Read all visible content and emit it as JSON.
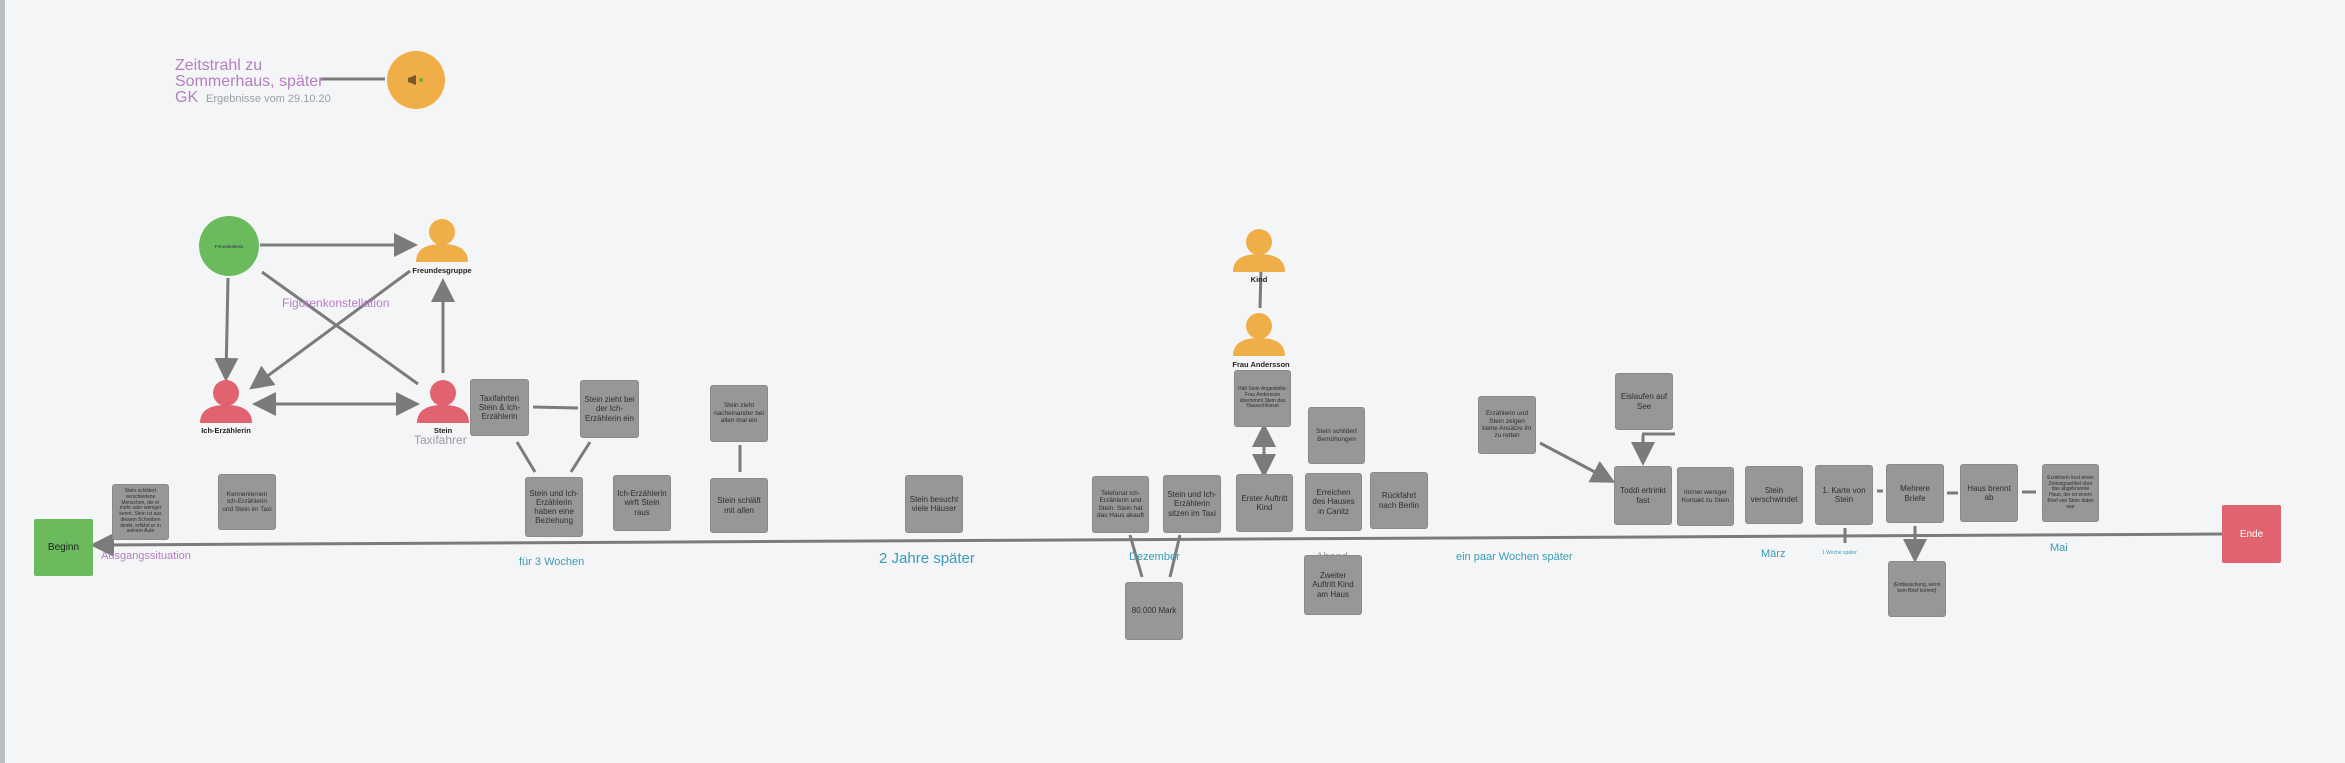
{
  "header": {
    "title": "Zeitstrahl zu\nSommerhaus, später\nGK",
    "subtitle": "Ergebnisse vom 29.10.20",
    "logo_icon": "megaphone-icon"
  },
  "timeline": {
    "start": "Beginn",
    "end": "Ende",
    "start_color": "#6cba5e",
    "end_color": "#e0636f",
    "line_color": "#7b7b7b",
    "labels": {
      "ausgang": "Ausgangssituation",
      "drei_wochen": "für 3 Wochen",
      "zwei_jahre": "2 Jahre später",
      "dezember": "Dezember",
      "abend": "Abend",
      "paar_wochen": "ein paar Wochen später",
      "maerz": "März",
      "woche_spaeter": "1 Woche später",
      "mai": "Mai"
    }
  },
  "figures": {
    "section_label": "Figurenkonstellation",
    "freundeskreis": "Freundeskreis",
    "freundesgruppe": "Freundesgruppe",
    "ich": "Ich-Erzählerin",
    "stein": "Stein",
    "stein_role": "Taxifahrer",
    "kind": "Kind",
    "frau": "Frau Andersson"
  },
  "boxes": {
    "b1": "Stein schildert verschiedene Menschen, die er mehr oder weniger kennt. Stein ist aus diesem Schreiben direkt, erfährt er in seinem Auto",
    "b2": "Kennenlernen Ich-Erzählerin und Stein im Taxi",
    "b3": "Taxifahrten Stein & Ich-Erzählerin",
    "b4": "Stein zieht bei der Ich-Erzählerin ein",
    "b5": "Stein und Ich-Erzählerin haben eine Beziehung",
    "b6": "Ich-Erzählerin wirft Stein raus",
    "b7": "Stein zieht nacheinander bei allen mal ein",
    "b8": "Stein schläft mit allen",
    "b9": "Stein besucht viele Häuser",
    "b10": "Telefonat Ich-Erzählerin und Stein: Stein hat das Haus akauft",
    "b11": "Stein und Ich-Erzählerin sitzen im Taxi",
    "b12": "80.000 Mark",
    "b13": "Hält Stein Angestellte: Frau Andersson übernimmt Stein das Hausschlüssel",
    "b14": "Erster Auftritt Kind",
    "b15": "Stein schildert Bemühungen",
    "b16": "Erreichen des Hauses in Canitz",
    "b17": "Rückfahrt nach Berlin",
    "b18": "Zweiter Auftritt Kind am Haus",
    "b19": "Erzählerin und Stein zeigen keine Ansätze ihr zu retten",
    "b20": "Eislaufen auf See",
    "b21": "Toddi ertrinkt fast",
    "b22": "Immer weniger Kontakt zu Stein",
    "b23": "Stein verschwindet",
    "b24": "1. Karte von Stein",
    "b25": "Mehrere Briefe",
    "b26": "(Enttäuschung, wenn kein Brief kommt)",
    "b27": "Haus brennt ab",
    "b28": "Erzählerin liest einen Zeitungsartikel über das abgebrannte Haus, der ist einem Brief von Stein dabei war"
  },
  "colors": {
    "box_fill": "#979797",
    "person_orange": "#f0ae49",
    "person_red": "#e0636f",
    "circle_green": "#6cba5e",
    "accent_teal": "#3b9bb5",
    "accent_purple": "#b57fc0"
  }
}
